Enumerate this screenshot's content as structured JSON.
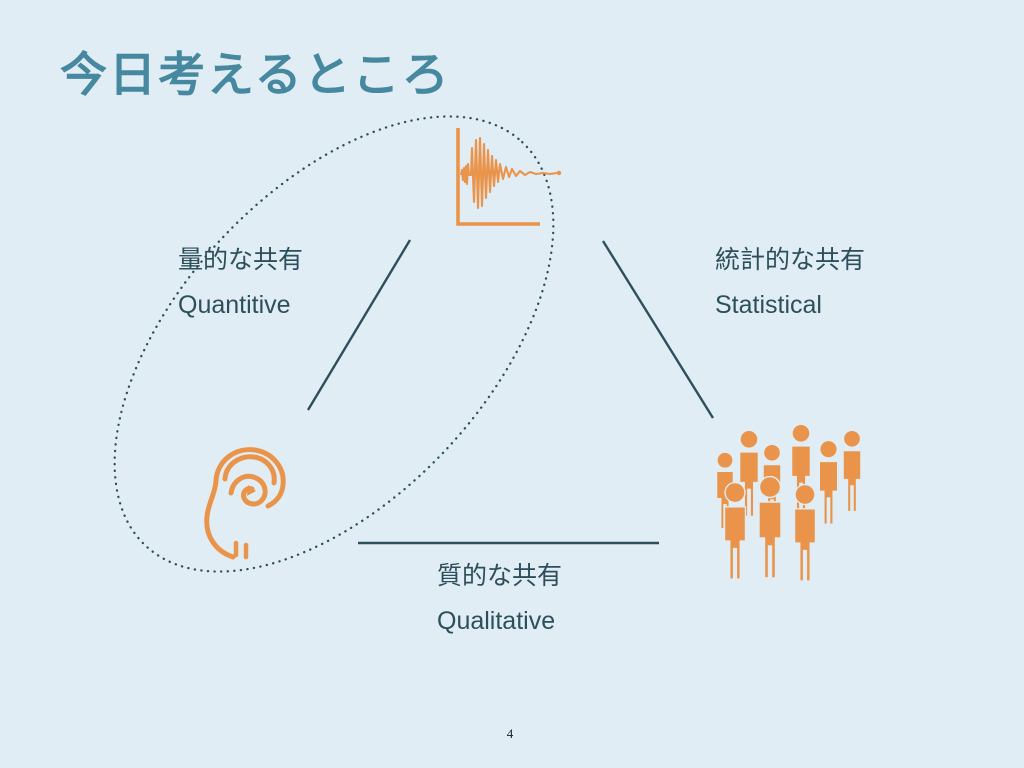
{
  "slide": {
    "title": "今日考えるところ",
    "page_number": "4"
  },
  "nodes": {
    "quantitative": {
      "label_ja": "量的な共有",
      "label_en": "Quantitive"
    },
    "statistical": {
      "label_ja": "統計的な共有",
      "label_en": "Statistical"
    },
    "qualitative": {
      "label_ja": "質的な共有",
      "label_en": "Qualitative"
    }
  },
  "icons": {
    "top": "waveform-icon",
    "bottom_left": "ear-icon",
    "right": "people-icon"
  },
  "colors": {
    "background": "#e1edf4",
    "title": "#46889f",
    "text": "#2d4f5c",
    "accent": "#e9944a",
    "connector": "#2d4f5c"
  }
}
